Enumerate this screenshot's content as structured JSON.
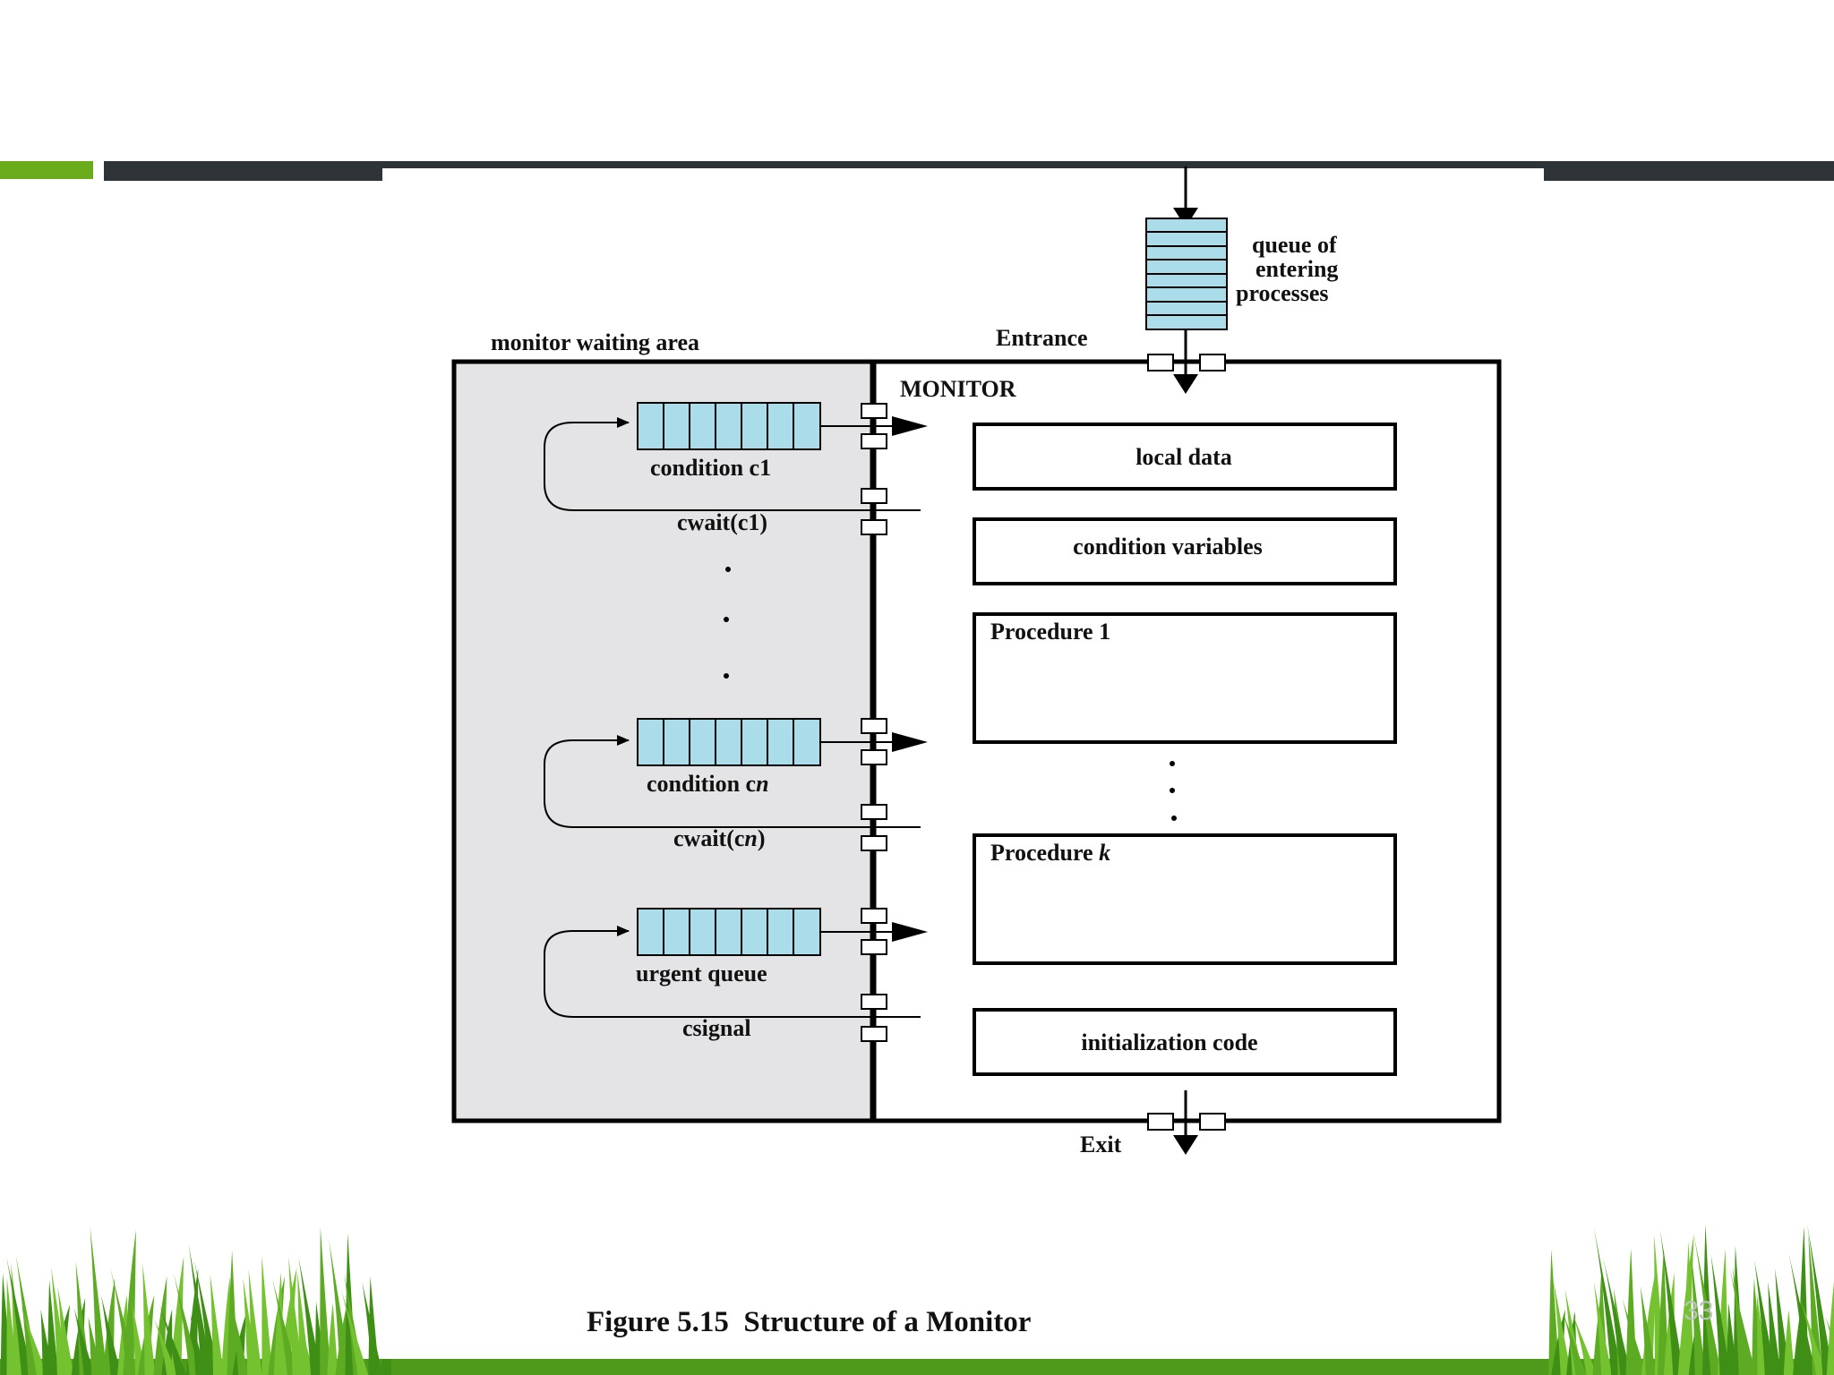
{
  "colors": {
    "accent_green": "#6aab1c",
    "header_bar": "#2e3338",
    "queue_fill": "#aadcea",
    "waiting_area": "#e4e3e6",
    "grass": "#4f9a1b"
  },
  "diagram": {
    "queue_label_line1": "queue of",
    "queue_label_line2": "entering",
    "queue_label_line3": "processes",
    "entrance_label": "Entrance",
    "waiting_area_label": "monitor waiting area",
    "monitor_label": "MONITOR",
    "condition_c1_label": "condition c1",
    "cwait_c1_label": "cwait(c1)",
    "condition_cn_label": "condition c",
    "condition_cn_italic": "n",
    "cwait_cn_prefix": "cwait(c",
    "cwait_cn_italic": "n",
    "cwait_cn_suffix": ")",
    "urgent_queue_label": "urgent queue",
    "csignal_label": "csignal",
    "local_data_label": "local data",
    "condition_variables_label": "condition variables",
    "procedure1_label": "Procedure 1",
    "procedurek_prefix": "Procedure ",
    "procedurek_italic": "k",
    "init_code_label": "initialization code",
    "exit_label": "Exit",
    "caption": "Figure 5.15  Structure of a Monitor"
  },
  "slide": {
    "page_number": "33"
  }
}
